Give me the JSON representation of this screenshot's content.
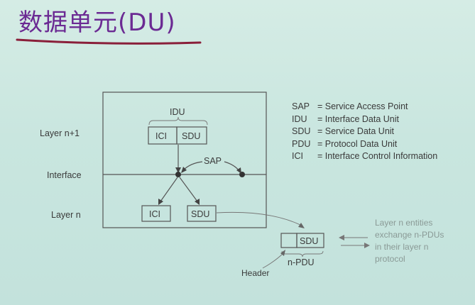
{
  "title": "数据单元(DU)",
  "layers": {
    "upper": "Layer n+1",
    "interface": "Interface",
    "lower": "Layer n"
  },
  "upper_blocks": {
    "idu": "IDU",
    "ici": "ICI",
    "sdu": "SDU"
  },
  "sap_label": "SAP",
  "lower_blocks": {
    "ici": "ICI",
    "sdu": "SDU"
  },
  "pdu": {
    "sdu": "SDU",
    "label": "n-PDU",
    "header": "Header"
  },
  "legend": [
    {
      "abbr": "SAP",
      "text": "= Service Access Point"
    },
    {
      "abbr": "IDU",
      "text": "= Interface Data Unit"
    },
    {
      "abbr": "SDU",
      "text": "= Service Data Unit"
    },
    {
      "abbr": "PDU",
      "text": "= Protocol Data Unit"
    },
    {
      "abbr": "ICI",
      "text": "= Interface Control Information"
    }
  ],
  "note": {
    "lines": [
      "Layer n entities",
      "exchange n-PDUs",
      "in their layer n",
      "protocol"
    ]
  },
  "colors": {
    "title": "#6b2a93",
    "underline": "#8a1f3a",
    "background": "#cde8e1"
  }
}
